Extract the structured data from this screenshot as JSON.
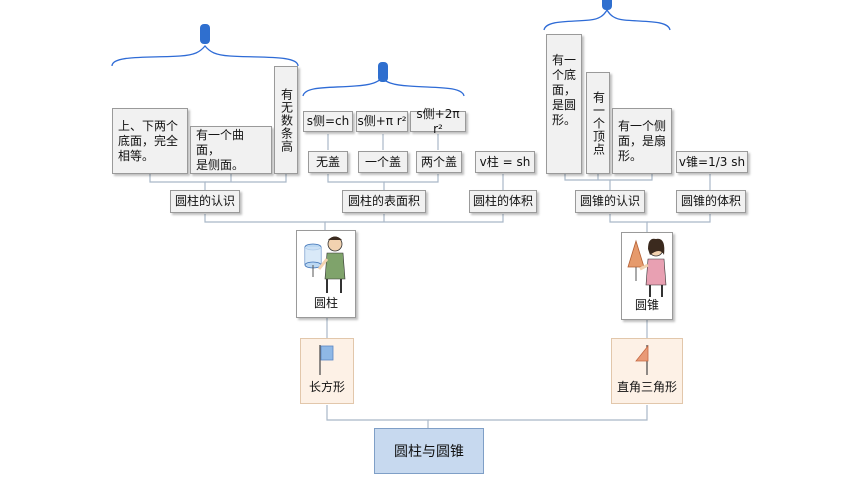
{
  "root": "圆柱与圆锥",
  "cylinder": {
    "label": "圆柱",
    "shape_label": "长方形",
    "branches": [
      "圆柱的认识",
      "圆柱的表面积",
      "圆柱的体积"
    ],
    "features": [
      "上、下两个\n底面，完全\n相等。",
      "有一个曲面，\n是侧面。",
      "有无数条高"
    ],
    "formulas": [
      "s侧=ch",
      "s侧+π r²",
      "s侧+2π r²"
    ],
    "lid_cases": [
      "无盖",
      "一个盖",
      "两个盖"
    ],
    "volume": "v柱 = sh"
  },
  "cone": {
    "label": "圆锥",
    "shape_label": "直角三角形",
    "branches": [
      "圆锥的认识",
      "圆锥的体积"
    ],
    "features": [
      "有一\n个底\n面，\n是圆\n形。",
      "有一个顶点",
      "有一个侧\n面，是扇\n形。"
    ],
    "volume": "v锥=1/3 sh"
  },
  "colors": {
    "brace": "#2e6bd6",
    "root_fill": "#c7d9ef",
    "shape_fill": "#fdf1e6",
    "line": "#a9b8c8"
  }
}
